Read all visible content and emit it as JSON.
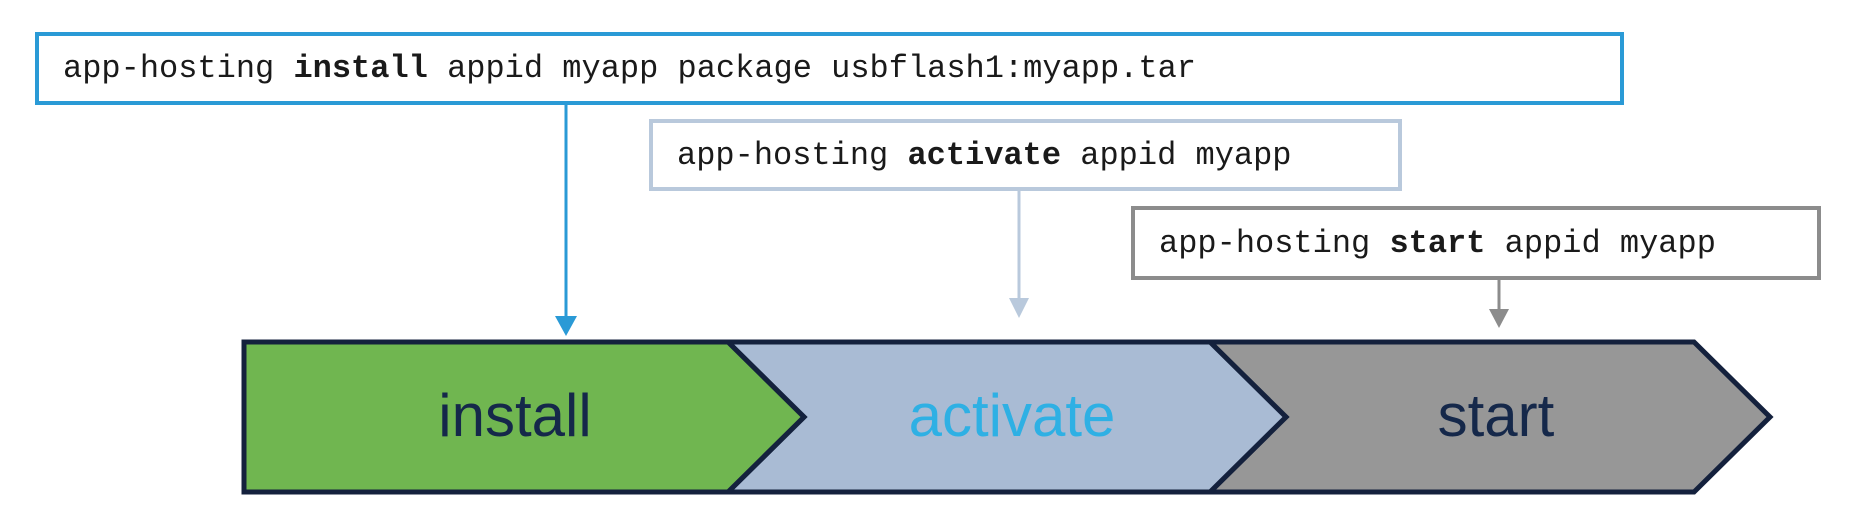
{
  "commands": {
    "install": {
      "prefix": "app-hosting",
      "keyword": "install",
      "suffix": "appid myapp package usbflash1:myapp.tar",
      "border_color": "#2a9ad6"
    },
    "activate": {
      "prefix": "app-hosting",
      "keyword": "activate",
      "suffix": "appid myapp",
      "border_color": "#b9c9dc"
    },
    "start": {
      "prefix": "app-hosting",
      "keyword": "start",
      "suffix": "appid myapp",
      "border_color": "#8c8c8c"
    }
  },
  "stages": [
    {
      "label": "install",
      "fill": "#70b650",
      "text_color": "#15284a"
    },
    {
      "label": "activate",
      "fill": "#a9bbd4",
      "text_color": "#2eb0e4"
    },
    {
      "label": "start",
      "fill": "#979797",
      "text_color": "#15284a"
    }
  ],
  "stage_outline_color": "#14213d"
}
